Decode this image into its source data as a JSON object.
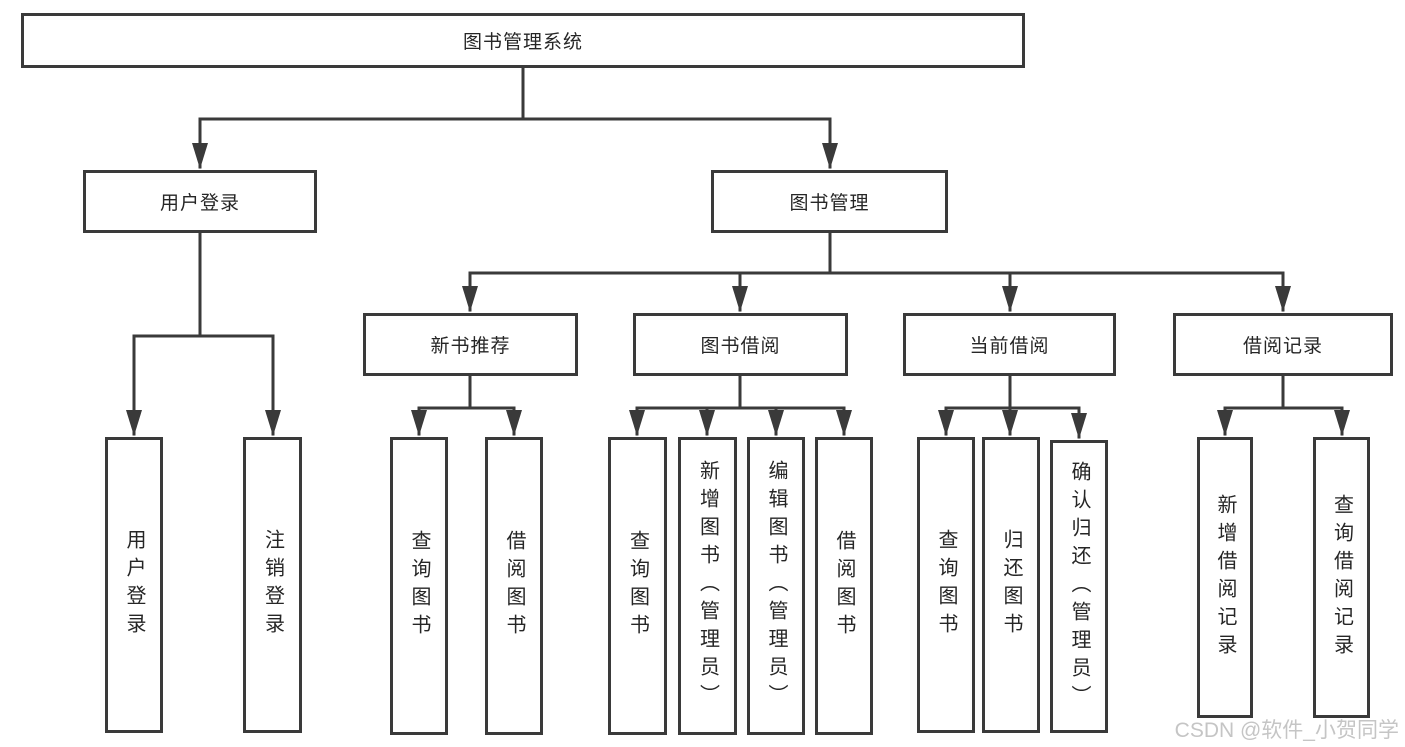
{
  "tree": {
    "label": "图书管理系统",
    "children": [
      {
        "label": "用户登录",
        "children": [
          {
            "label": "用户登录"
          },
          {
            "label": "注销登录"
          }
        ]
      },
      {
        "label": "图书管理",
        "children": [
          {
            "label": "新书推荐",
            "children": [
              {
                "label": "查询图书"
              },
              {
                "label": "借阅图书"
              }
            ]
          },
          {
            "label": "图书借阅",
            "children": [
              {
                "label": "查询图书"
              },
              {
                "label": "新增图书（管理员）"
              },
              {
                "label": "编辑图书（管理员）"
              },
              {
                "label": "借阅图书"
              }
            ]
          },
          {
            "label": "当前借阅",
            "children": [
              {
                "label": "查询图书"
              },
              {
                "label": "归还图书"
              },
              {
                "label": "确认归还（管理员）"
              }
            ]
          },
          {
            "label": "借阅记录",
            "children": [
              {
                "label": "新增借阅记录"
              },
              {
                "label": "查询借阅记录"
              }
            ]
          }
        ]
      }
    ]
  },
  "watermark": {
    "text": "CSDN @软件_小贺同学"
  },
  "colors": {
    "line": "#3a3a3a",
    "text": "#262626",
    "watermark": "#c5c5c5",
    "background": "#ffffff"
  }
}
